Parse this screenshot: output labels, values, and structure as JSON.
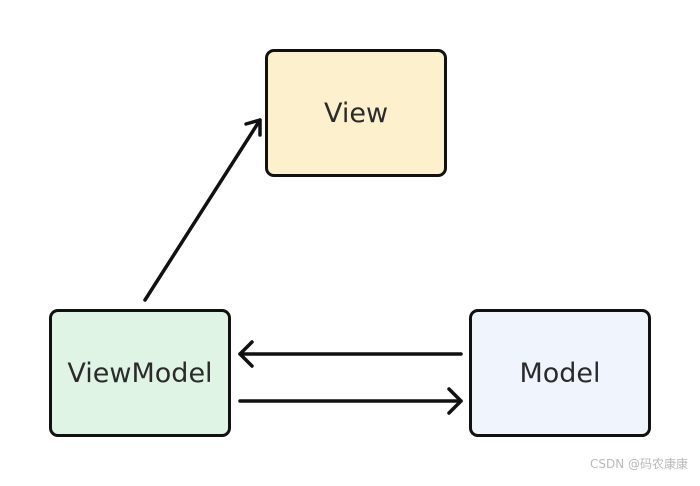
{
  "nodes": {
    "view": {
      "label": "View",
      "fill": "#fdf0cc"
    },
    "viewmodel": {
      "label": "ViewModel",
      "fill": "#e0f4e5"
    },
    "model": {
      "label": "Model",
      "fill": "#eff4fd"
    }
  },
  "edges": [
    {
      "from": "viewmodel",
      "to": "view"
    },
    {
      "from": "model",
      "to": "viewmodel"
    },
    {
      "from": "viewmodel",
      "to": "model"
    }
  ],
  "colors": {
    "stroke": "#111111",
    "text": "#2b2b2b"
  },
  "watermark": "CSDN @码农康康"
}
